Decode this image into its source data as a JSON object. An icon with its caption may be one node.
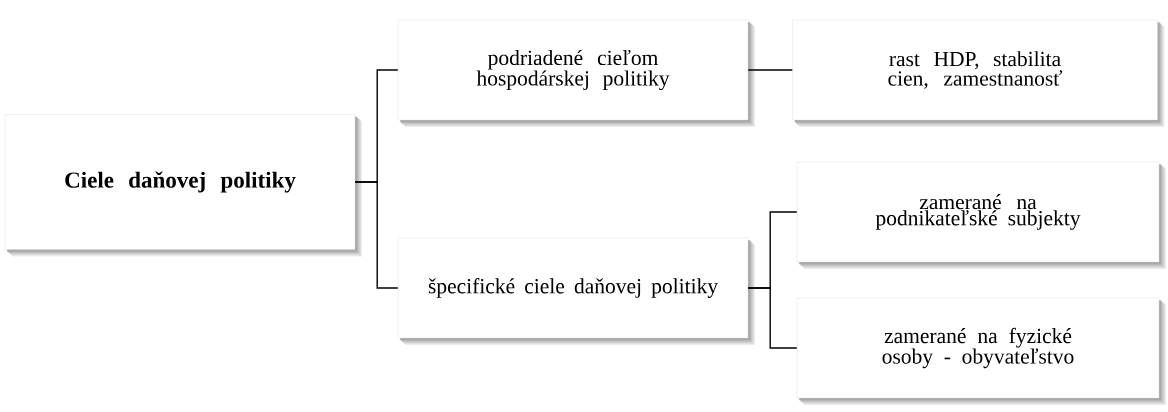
{
  "diagram": {
    "nodes": [
      {
        "text": [
          "Ciele daňovej politiky"
        ]
      },
      {
        "text": [
          "podriadené cieľom hospodárskej politiky"
        ]
      },
      {
        "text": [
          "rast HDP, stabilita cien, zamestnanosť"
        ]
      },
      {
        "text": [
          "špecifické ciele daňovej politiky"
        ]
      },
      {
        "text": [
          "zamerané na podnikateľské subjekty"
        ]
      },
      {
        "text": [
          "zamerané na fyzické osoby - obyvateľstvo"
        ]
      }
    ],
    "edges": [
      {
        "from": 0,
        "to": 1,
        "arrow": "none"
      },
      {
        "from": 0,
        "to": 3,
        "arrow": "none"
      },
      {
        "from": 1,
        "to": 2,
        "arrow": "none"
      },
      {
        "from": 3,
        "to": 4,
        "arrow": "none"
      },
      {
        "from": 3,
        "to": 5,
        "arrow": "none"
      }
    ]
  }
}
